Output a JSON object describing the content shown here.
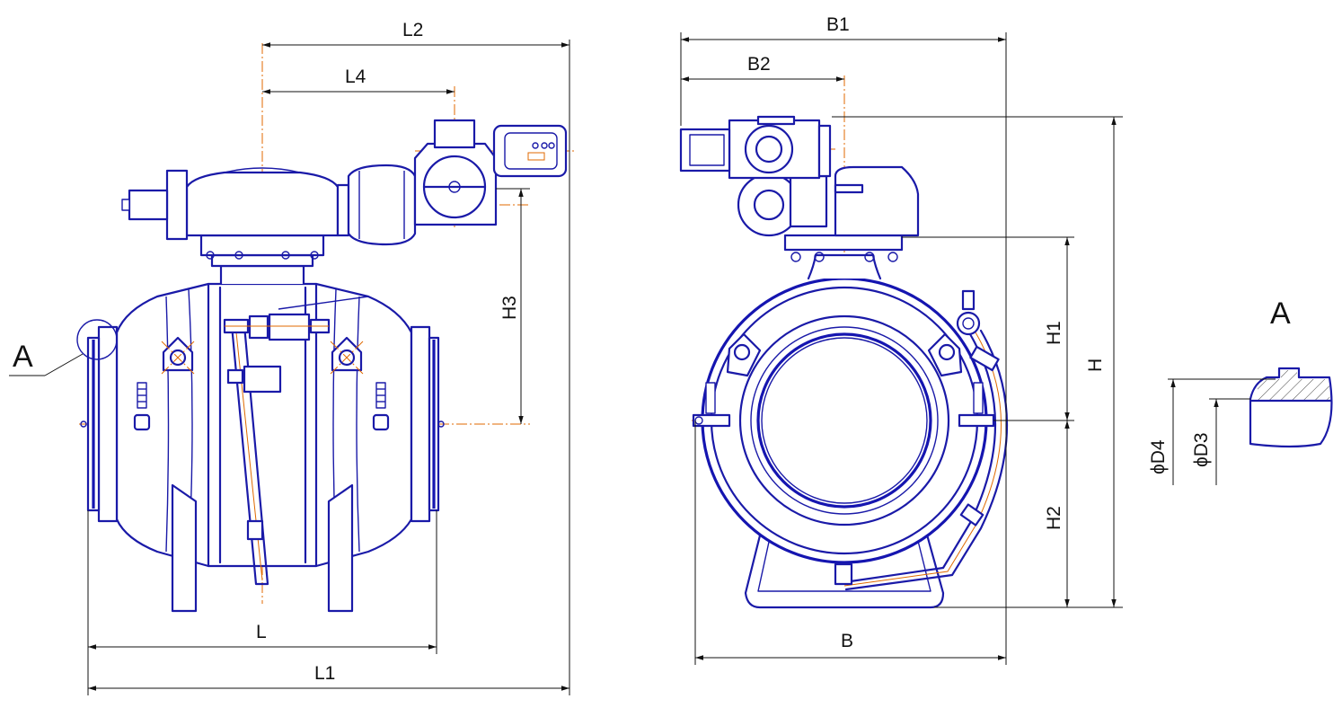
{
  "dimensions": {
    "L": "L",
    "L1": "L1",
    "L2": "L2",
    "L3": "H3",
    "L4": "L4",
    "B": "B",
    "B1": "B1",
    "B2": "B2",
    "H": "H",
    "H1": "H1",
    "H2": "H2",
    "D3": "ϕD3",
    "D4": "ϕD4"
  },
  "detail": {
    "marker": "A",
    "title": "A"
  },
  "colors": {
    "outline": "#1a1aa8",
    "centerline": "#e06a00",
    "dimension": "#111111",
    "background": "#ffffff"
  }
}
